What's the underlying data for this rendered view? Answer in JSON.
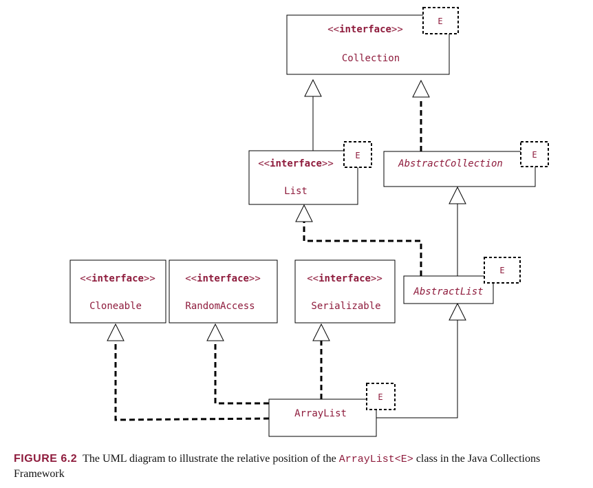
{
  "diagram": {
    "stereotype_open": "<<",
    "stereotype_word": "interface",
    "stereotype_close": ">>",
    "type_param": "E",
    "classes": {
      "collection": "Collection",
      "list": "List",
      "abstract_collection": "AbstractCollection",
      "abstract_list": "AbstractList",
      "cloneable": "Cloneable",
      "random_access": "RandomAccess",
      "serializable": "Serializable",
      "array_list": "ArrayList"
    }
  },
  "caption": {
    "figure_label": "FIGURE 6.2",
    "text_before": "The UML diagram to illustrate the relative position of the ",
    "code": "ArrayList<E>",
    "text_after": " class in the Java Collections Framework"
  }
}
